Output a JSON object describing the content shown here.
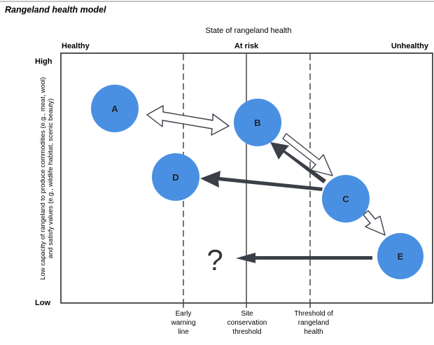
{
  "title": "Rangeland health model",
  "top_axis": {
    "label": "State of rangeland health",
    "left": "Healthy",
    "middle": "At risk",
    "right": "Unhealthy"
  },
  "y_axis": {
    "high": "High",
    "low": "Low",
    "label_line1": "Low capacity of rangeland to produce commodities (e.g., meat, wool)",
    "label_line2": "and satisfy values (e.g., wildlife habitat, scenic beauty)"
  },
  "thresholds": [
    {
      "id": "early",
      "lines": [
        "Early",
        "warning",
        "line"
      ]
    },
    {
      "id": "site",
      "lines": [
        "Site",
        "conservation",
        "threshold"
      ]
    },
    {
      "id": "rangeland",
      "lines": [
        "Threshold of",
        "rangeland",
        "health"
      ]
    }
  ],
  "nodes": [
    {
      "id": "A",
      "label": "A"
    },
    {
      "id": "B",
      "label": "B"
    },
    {
      "id": "C",
      "label": "C"
    },
    {
      "id": "D",
      "label": "D"
    },
    {
      "id": "E",
      "label": "E"
    }
  ],
  "unknown_outcome": "?",
  "colors": {
    "node_fill": "#4a90e2",
    "dark_arrow": "#3a3f48",
    "frame": "#2a2a2a"
  }
}
